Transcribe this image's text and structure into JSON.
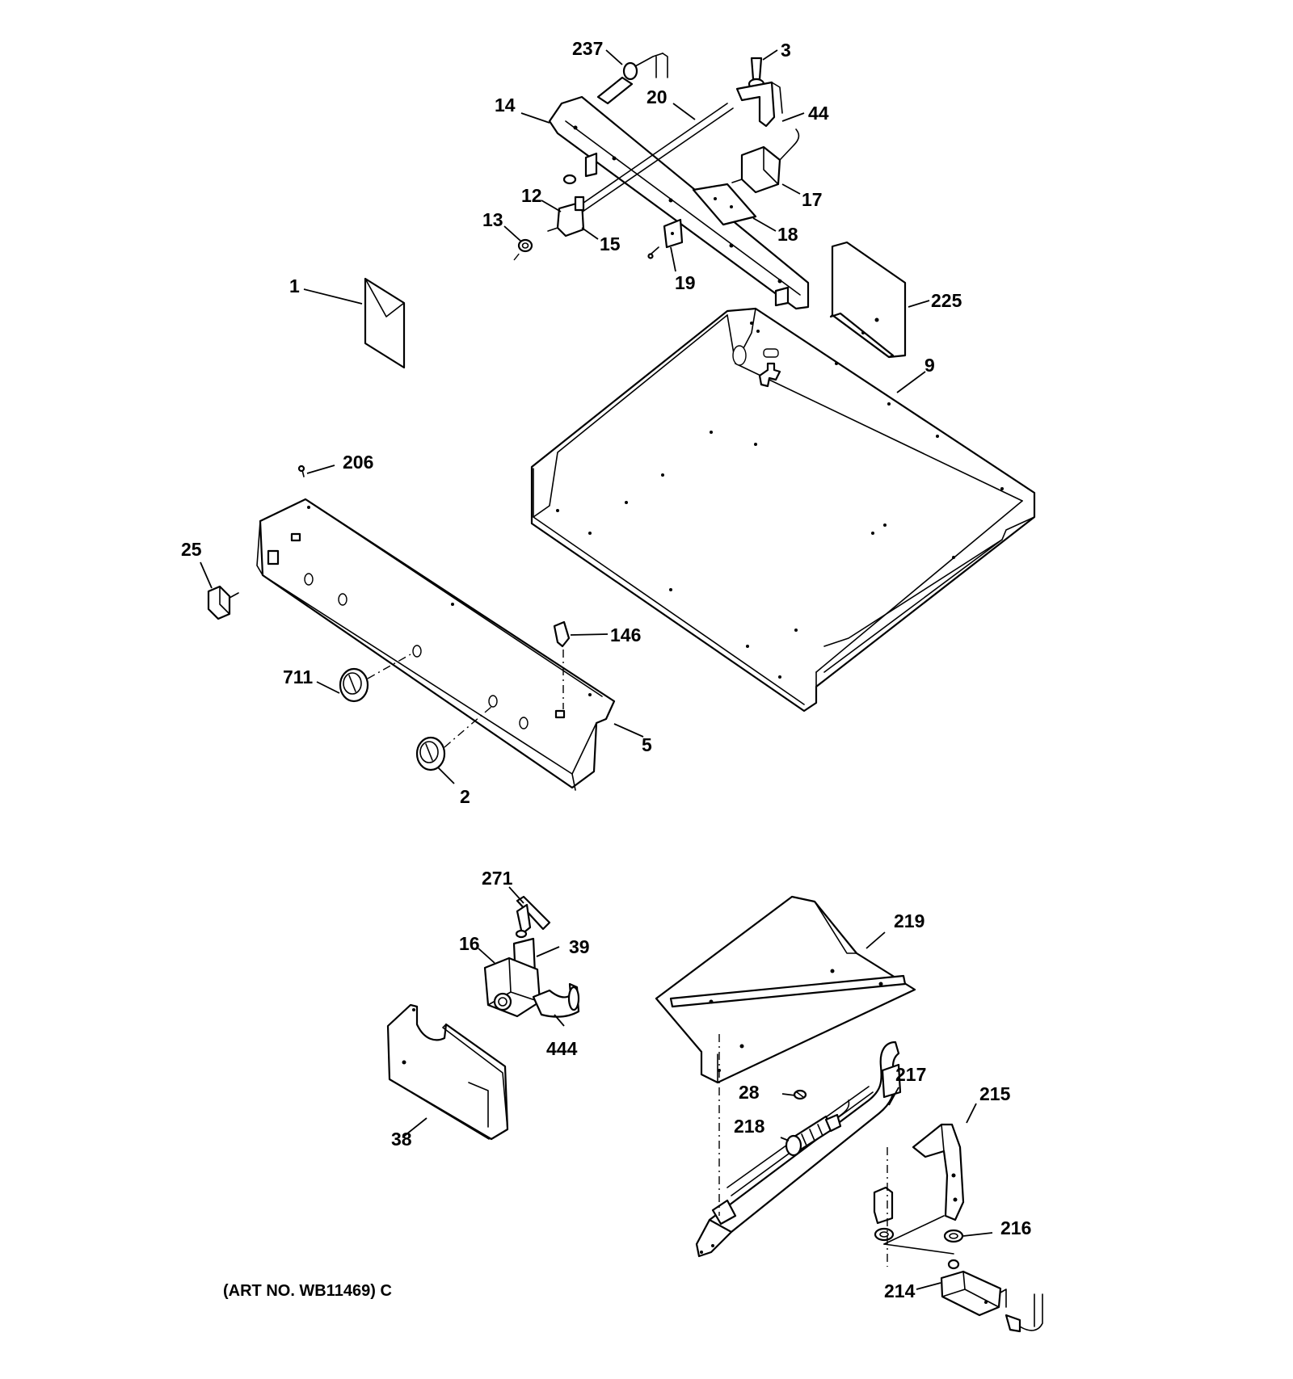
{
  "diagram": {
    "caption": "(ART NO. WB11469) C",
    "callouts": {
      "c237": "237",
      "c3": "3",
      "c14": "14",
      "c20": "20",
      "c44": "44",
      "c17": "17",
      "c12": "12",
      "c13": "13",
      "c15": "15",
      "c18": "18",
      "c19": "19",
      "c1": "1",
      "c225": "225",
      "c9": "9",
      "c206": "206",
      "c25": "25",
      "c146": "146",
      "c711": "711",
      "c5": "5",
      "c2": "2",
      "c271": "271",
      "c16": "16",
      "c39": "39",
      "c444": "444",
      "c38": "38",
      "c219": "219",
      "c28": "28",
      "c217": "217",
      "c218": "218",
      "c215": "215",
      "c216": "216",
      "c214": "214"
    }
  }
}
